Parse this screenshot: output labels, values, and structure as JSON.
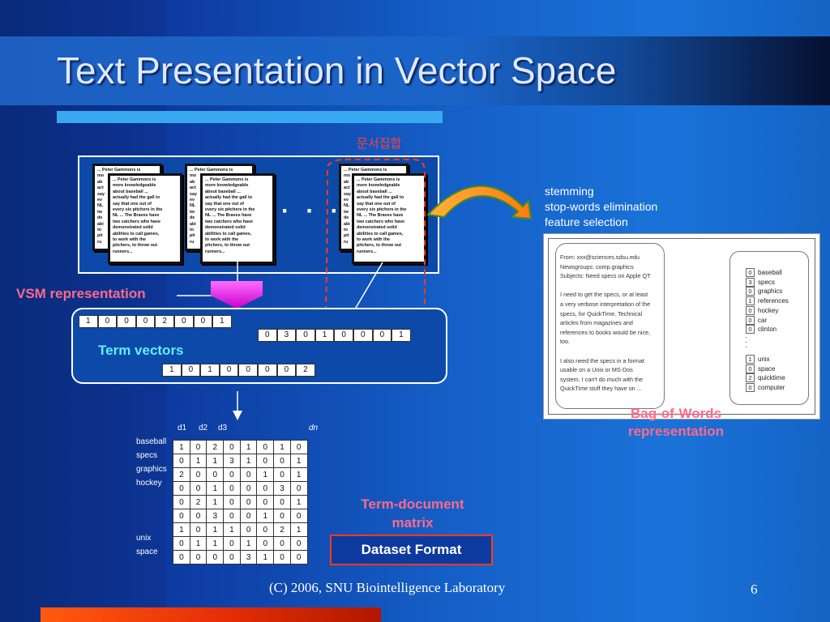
{
  "slide": {
    "title": "Text Presentation in Vector Space",
    "footer": "(C) 2006, SNU Biointelligence Laboratory",
    "page_number": "6",
    "colors": {
      "accent": "#38a8f0",
      "label_pink": "#ff6a8a",
      "label_cyan": "#5ff0ff",
      "label_red": "#ff4040",
      "bar_orange": "#ff5a10"
    }
  },
  "documents": {
    "collection_label": "문서집합",
    "ellipsis": "· · ·",
    "back_text": "... Peter Gammons is\nmo\nab\nact\nsay\nev\nNL\ntw\nde\nabi\nto\npit\nru",
    "front_lines": [
      "... Peter Gammons is",
      "more knowledgeable",
      "about baseball ...",
      "actually had the gall to",
      "say that one out of",
      "every six pitchers in the",
      "NL ... The Braves have",
      "two catchers who have",
      "demonstrated solid",
      "abilities to call games,",
      "to work with the",
      "pitchers, to throw out",
      "runners..."
    ]
  },
  "preprocessing": {
    "steps": [
      "stemming",
      "stop-words elimination",
      "feature selection"
    ]
  },
  "bag_of_words": {
    "email_lines": [
      "From: xxx@sciences.sdsu.edu",
      "Newsgroups: comp.graphics",
      "Subjects: Need specs on Apple QT",
      "",
      "I need to get the specs, or at least",
      "a very verbose interpretation of the",
      "specs, for QuickTime. Technical",
      "articles from magazines and",
      "references to books would be nice,",
      "too.",
      "",
      "I also need the specs in a format",
      "usable on a Unix or MS-Dos",
      "system. I can't do much with the",
      "QuickTime stuff they have on ..."
    ],
    "terms_top": [
      {
        "count": "0",
        "term": "baseball"
      },
      {
        "count": "3",
        "term": "specs"
      },
      {
        "count": "0",
        "term": "graphics"
      },
      {
        "count": "1",
        "term": "references"
      },
      {
        "count": "0",
        "term": "hockey"
      },
      {
        "count": "0",
        "term": "car"
      },
      {
        "count": "0",
        "term": "clinton"
      }
    ],
    "terms_bottom": [
      {
        "count": "1",
        "term": "unix"
      },
      {
        "count": "0",
        "term": "space"
      },
      {
        "count": "2",
        "term": "quicktime"
      },
      {
        "count": "0",
        "term": "computer"
      }
    ],
    "caption_line1": "Bag-of-Words",
    "caption_line2": "representation"
  },
  "vsm": {
    "label": "VSM representation",
    "term_vectors_label": "Term vectors",
    "vector1": [
      "1",
      "0",
      "0",
      "0",
      "2",
      "0",
      "0",
      "1"
    ],
    "vector2": [
      "0",
      "3",
      "0",
      "1",
      "0",
      "0",
      "0",
      "1"
    ],
    "vector3": [
      "1",
      "0",
      "1",
      "0",
      "0",
      "0",
      "0",
      "2"
    ]
  },
  "term_document_matrix": {
    "col_headers": [
      "d1",
      "d2",
      "d3",
      "dn"
    ],
    "row_labels": [
      "baseball",
      "specs",
      "graphics",
      "hockey",
      "",
      "",
      "",
      "unix",
      "space"
    ],
    "rows": [
      [
        "1",
        "0",
        "2",
        "0",
        "1",
        "0",
        "1",
        "0"
      ],
      [
        "0",
        "1",
        "1",
        "3",
        "1",
        "0",
        "0",
        "1"
      ],
      [
        "2",
        "0",
        "0",
        "0",
        "0",
        "1",
        "0",
        "1"
      ],
      [
        "0",
        "0",
        "1",
        "0",
        "0",
        "0",
        "3",
        "0"
      ],
      [
        "0",
        "2",
        "1",
        "0",
        "0",
        "0",
        "0",
        "1"
      ],
      [
        "0",
        "0",
        "3",
        "0",
        "0",
        "1",
        "0",
        "0"
      ],
      [
        "1",
        "0",
        "1",
        "1",
        "0",
        "0",
        "2",
        "1"
      ],
      [
        "0",
        "1",
        "1",
        "0",
        "1",
        "0",
        "0",
        "0"
      ],
      [
        "0",
        "0",
        "0",
        "0",
        "3",
        "1",
        "0",
        "0"
      ]
    ],
    "caption_line1": "Term-document",
    "caption_line2": "matrix",
    "dataset_format": "Dataset Format"
  }
}
